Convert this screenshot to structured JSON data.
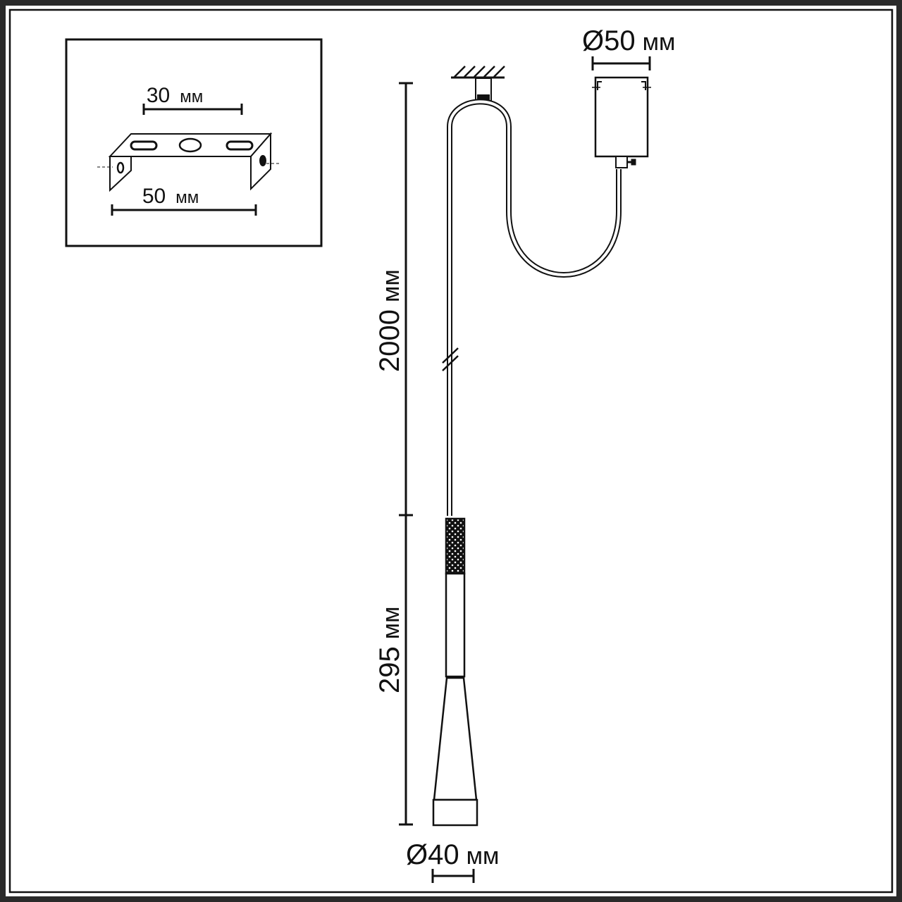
{
  "colors": {
    "line": "#111111",
    "background": "#ffffff",
    "frame_shadow": "#2a2a2a"
  },
  "bracket_detail": {
    "inner_dim_value": "30",
    "inner_dim_unit": "мм",
    "outer_dim_value": "50",
    "outer_dim_unit": "мм"
  },
  "canopy": {
    "diameter_value": "Ø50",
    "diameter_unit": "мм"
  },
  "cable": {
    "length_value": "2000",
    "length_unit": "мм"
  },
  "lamp": {
    "height_value": "295",
    "height_unit": "мм",
    "diameter_value": "Ø40",
    "diameter_unit": "мм"
  }
}
